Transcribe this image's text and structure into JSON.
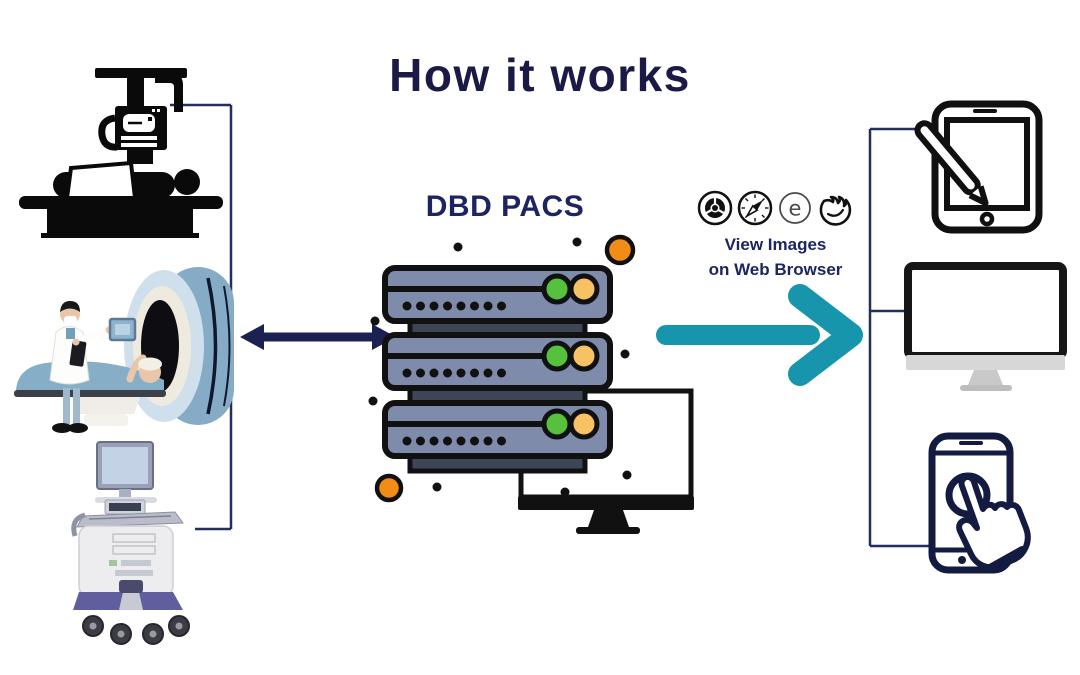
{
  "title": "How it works",
  "center": {
    "server_label": "DBD PACS",
    "server_units": 3,
    "leds_per_unit": [
      "green",
      "yellow"
    ]
  },
  "right": {
    "caption_line1": "View Images",
    "caption_line2": "on Web Browser",
    "browser_icons": [
      "chrome",
      "safari",
      "edge",
      "firefox"
    ]
  },
  "left_devices": [
    "xray-machine",
    "ct-scanner",
    "ultrasound-machine"
  ],
  "right_devices": [
    "tablet-with-pen",
    "desktop-monitor",
    "smartphone-touch"
  ],
  "colors": {
    "ink_title": "#1b1a46",
    "navy_text": "#1d2462",
    "connector_line": "#232d5e",
    "double_arrow": "#1b2150",
    "teal_arrow": "#1795ac",
    "server_fill": "#7e8bab",
    "server_connector": "#3d4556",
    "led_green": "#55c13d",
    "led_yellow": "#f6c263",
    "accent_orange": "#f18c17",
    "phone_navy": "#141b40"
  }
}
